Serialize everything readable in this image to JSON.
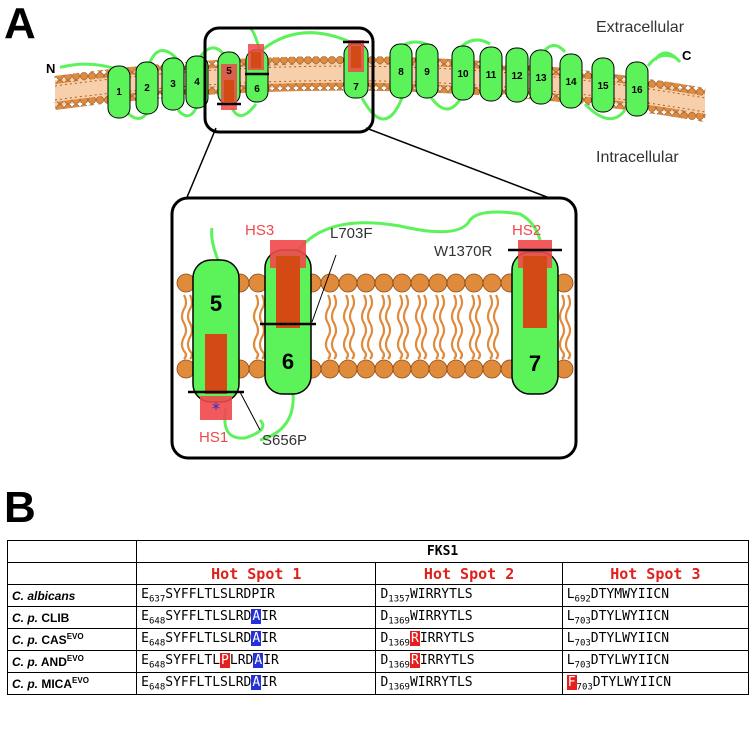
{
  "figure": {
    "panel_a": "A",
    "panel_b": "B",
    "extracellular": "Extracellular",
    "intracellular": "Intracellular",
    "n_term": "N",
    "c_term": "C",
    "helices": [
      "1",
      "2",
      "3",
      "4",
      "5",
      "6",
      "7",
      "8",
      "9",
      "10",
      "11",
      "12",
      "13",
      "14",
      "15",
      "16"
    ],
    "zoom_helices": [
      "5",
      "6",
      "7"
    ],
    "hotspots": {
      "hs1": "HS1",
      "hs2": "HS2",
      "hs3": "HS3"
    },
    "mutations": {
      "l703f": "L703F",
      "w1370r": "W1370R",
      "s656p": "S656P"
    },
    "asterisk": "*",
    "colors": {
      "helix": "#5cf25a",
      "membrane": "#e08a3c",
      "hotspot": "#f0474a",
      "hotspot_core": "#d34a14",
      "loop": "#5cf25a",
      "highlight_red": "#e81e1e",
      "highlight_blue": "#2430d8"
    }
  },
  "table": {
    "gene": "FKS1",
    "columns": [
      "Hot Spot 1",
      "Hot Spot 2",
      "Hot Spot 3"
    ],
    "rows": [
      {
        "strain_i": "C. albicans",
        "strain": "",
        "sup": "",
        "hs1": {
          "start": "E",
          "pos": "637",
          "pre": "SYFFLTLSLRDPIR",
          "mid": "",
          "mid2": "",
          "post": "",
          "tail": ""
        },
        "hs2": {
          "start": "D",
          "pos": "1357",
          "post": "WIRRYTLS"
        },
        "hs3": {
          "start": "L",
          "pos": "692",
          "post": "DTYMWYIICN"
        }
      },
      {
        "strain_i": "C. p.",
        "strain": "CLIB",
        "sup": "",
        "hs1": {
          "pre": "E",
          "pos": "648",
          "seq": "SYFFLTLSLRD",
          "mark": "A",
          "tail": "IR"
        },
        "hs2": {
          "start": "D",
          "pos": "1369",
          "post": "WIRRYTLS"
        },
        "hs3": {
          "start": "L",
          "pos": "703",
          "post": "DTYLWYIICN"
        }
      },
      {
        "strain_i": "C. p.",
        "strain": "CAS",
        "sup": "EVO",
        "hs1": {
          "pre": "E",
          "pos": "648",
          "seq": "SYFFLTLSLRD",
          "mark": "A",
          "tail": "IR"
        },
        "hs2": {
          "start": "D",
          "pos": "1369",
          "mark": "R",
          "post": "IRRYTLS"
        },
        "hs3": {
          "start": "L",
          "pos": "703",
          "post": "DTYLWYIICN"
        }
      },
      {
        "strain_i": "C. p.",
        "strain": "AND",
        "sup": "EVO",
        "hs1": {
          "pre": "E",
          "pos": "648",
          "seq": "SYFFLTL",
          "mark_red": "P",
          "seq2": "LRD",
          "mark": "A",
          "tail": "IR"
        },
        "hs2": {
          "start": "D",
          "pos": "1369",
          "mark": "R",
          "post": "IRRYTLS"
        },
        "hs3": {
          "start": "L",
          "pos": "703",
          "post": "DTYLWYIICN"
        }
      },
      {
        "strain_i": "C. p.",
        "strain": "MICA",
        "sup": "EVO",
        "hs1": {
          "pre": "E",
          "pos": "648",
          "seq": "SYFFLTLSLRD",
          "mark": "A",
          "tail": "IR"
        },
        "hs2": {
          "start": "D",
          "pos": "1369",
          "post": "WIRRYTLS"
        },
        "hs3": {
          "mark": "F",
          "pos": "703",
          "post": "DTYLWYIICN"
        }
      }
    ]
  }
}
